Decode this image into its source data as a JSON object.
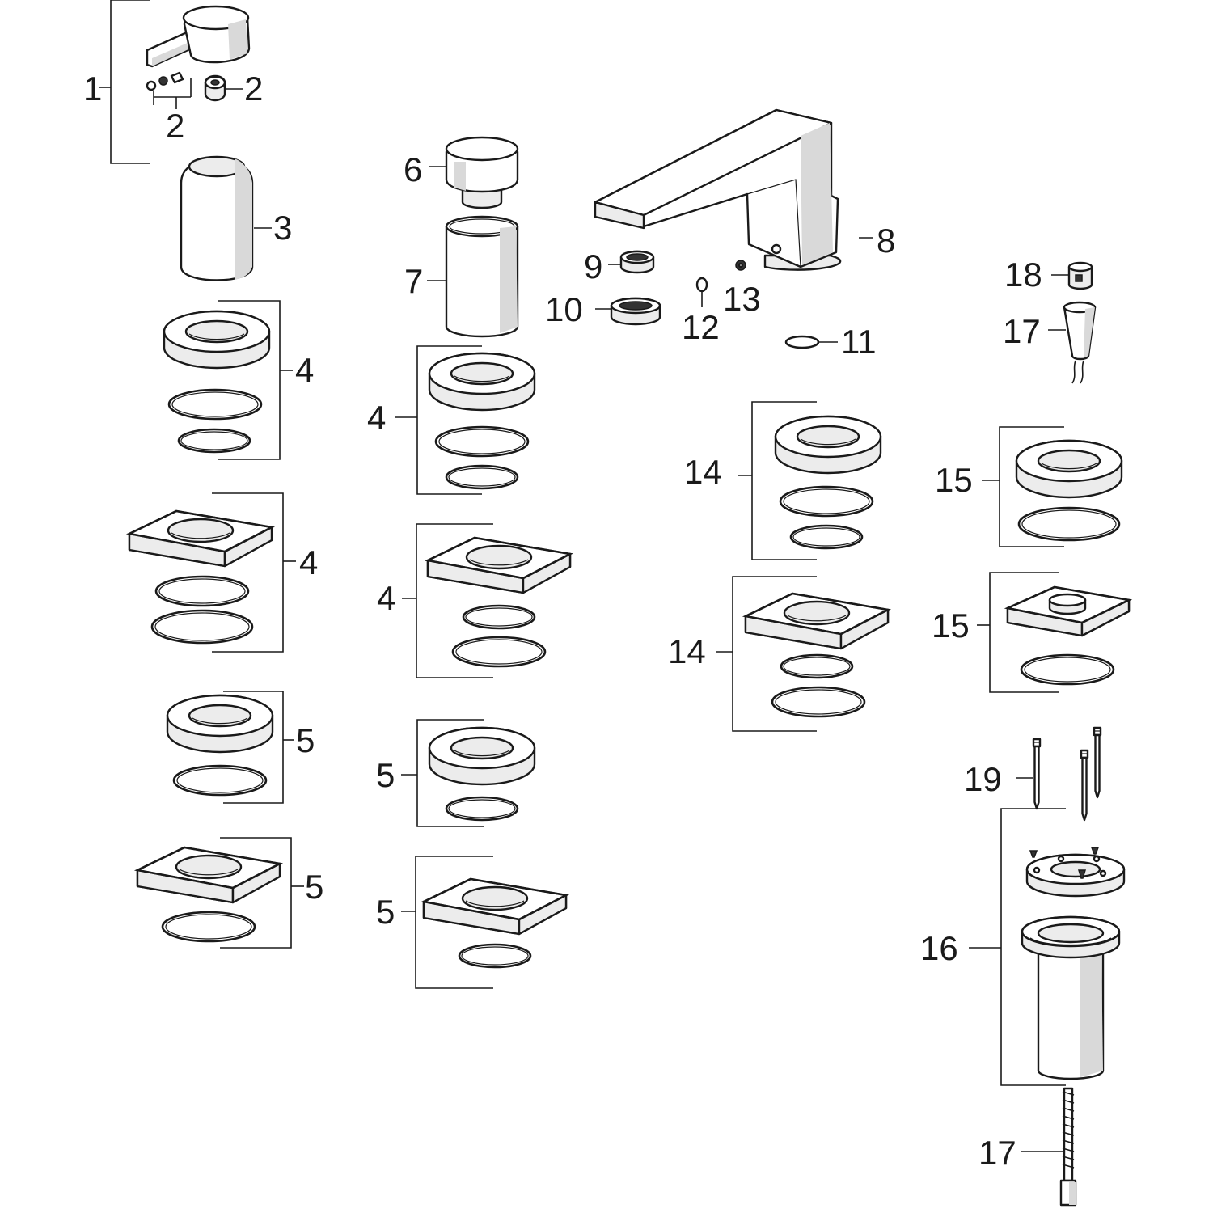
{
  "diagram": {
    "callouts": [
      "1",
      "2",
      "2",
      "3",
      "4",
      "4",
      "4",
      "4",
      "5",
      "5",
      "5",
      "5",
      "6",
      "7",
      "8",
      "9",
      "10",
      "11",
      "12",
      "13",
      "14",
      "14",
      "15",
      "15",
      "16",
      "17",
      "17",
      "18",
      "19"
    ]
  }
}
